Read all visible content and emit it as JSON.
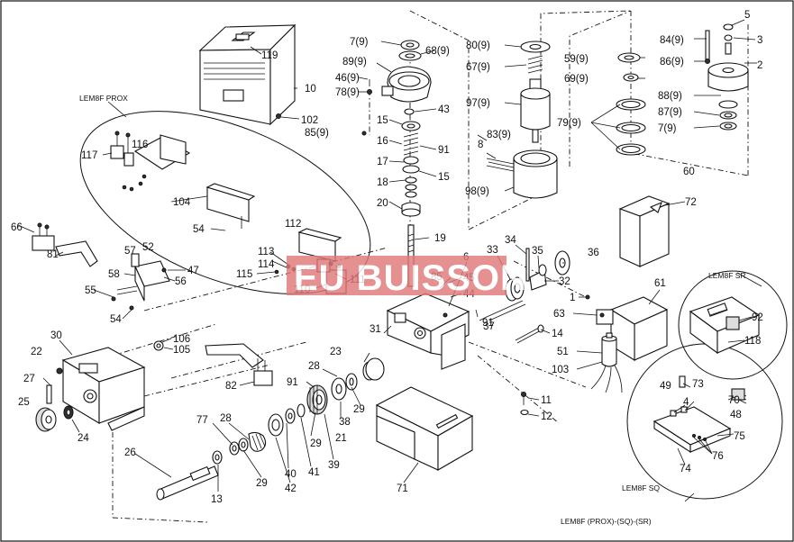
{
  "watermark": "EU BUISSON",
  "footer": "LEM8F (PROX)-(SQ)-(SR)",
  "groups": {
    "prox": "LEM8F PROX",
    "sr": "LEM8F SR",
    "sq": "LEM8F SQ"
  },
  "colors": {
    "watermark_bg": "#e0787a",
    "line": "#111111"
  },
  "callouts": [
    "5",
    "84(9)",
    "3",
    "86(9)",
    "2",
    "88(9)",
    "87(9)",
    "7(9)",
    "59(9)",
    "69(9)",
    "79(9)",
    "80(9)",
    "67(9)",
    "97(9)",
    "83(9)",
    "8",
    "98(9)",
    "7(9)",
    "68(9)",
    "89(9)",
    "46(9)",
    "78(9)",
    "43",
    "85(9)",
    "15",
    "16",
    "91",
    "17",
    "15",
    "18",
    "20",
    "19",
    "119",
    "10",
    "102",
    "117",
    "116",
    "104",
    "54",
    "112",
    "113",
    "114",
    "115",
    "111",
    "110",
    "66",
    "81",
    "57",
    "52",
    "47",
    "58",
    "56",
    "55",
    "54",
    "6",
    "85",
    "45",
    "44",
    "33",
    "34",
    "35",
    "36",
    "32",
    "91",
    "37",
    "31",
    "1",
    "63",
    "61",
    "60",
    "72",
    "14",
    "51",
    "103",
    "92",
    "118",
    "106",
    "105",
    "30",
    "22",
    "27",
    "25",
    "24",
    "82",
    "23",
    "28",
    "91",
    "38",
    "29",
    "21",
    "39",
    "41",
    "29",
    "40",
    "28",
    "77",
    "42",
    "29",
    "13",
    "26",
    "71",
    "11",
    "12",
    "49",
    "73",
    "4",
    "70",
    "48",
    "75",
    "76",
    "74"
  ]
}
